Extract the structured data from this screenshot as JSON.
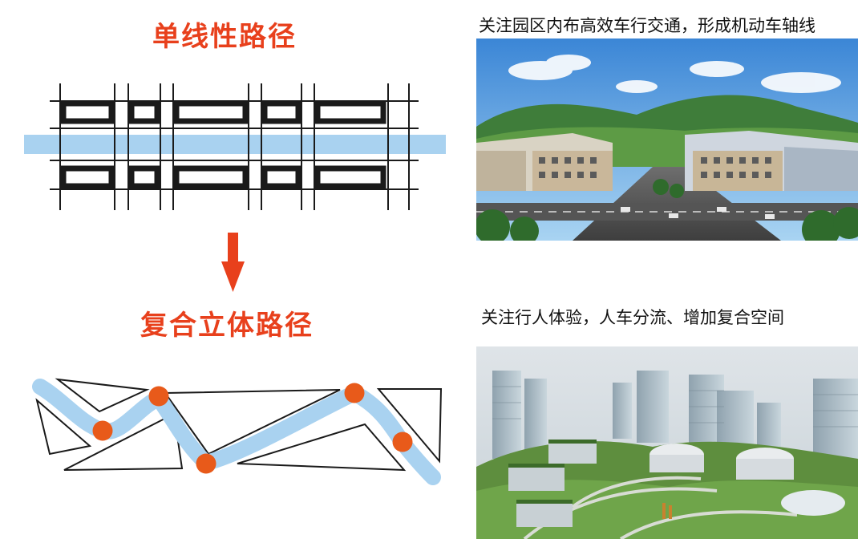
{
  "diagram": {
    "top_title": "单线性路径",
    "bottom_title": "复合立体路径"
  },
  "photos": {
    "top_caption": "关注园区内布高效车行交通，形成机动车轴线",
    "bottom_caption": "关注行人体验，人车分流、增加复合空间"
  },
  "colors": {
    "accent_red": "#e8401c",
    "path_blue": "#a9d2f0",
    "node_orange": "#e85a1a",
    "line_black": "#1a1a1a"
  }
}
